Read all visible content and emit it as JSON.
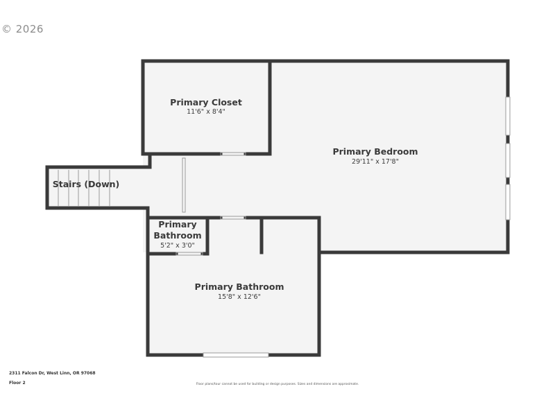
{
  "copyright": "© 2026",
  "rooms": {
    "primary_closet": {
      "name": "Primary Closet",
      "dims": "11'6\" x 8'4\""
    },
    "primary_bedroom": {
      "name": "Primary Bedroom",
      "dims": "29'11\" x 17'8\""
    },
    "stairs": {
      "name": "Stairs (Down)"
    },
    "small_bathroom": {
      "name_line1": "Primary",
      "name_line2": "Bathroom",
      "dims": "5'2\" x 3'0\""
    },
    "primary_bathroom": {
      "name": "Primary Bathroom",
      "dims": "15'8\" x 12'6\""
    }
  },
  "footer": {
    "address": "2311 Falcon Dr, West Linn, OR 97068",
    "floor": "Floor 2",
    "disclaimer": "Floor plans/tour cannot be used for building or design purposes. Sizes and dimensions are approximate."
  },
  "colors": {
    "wall": "#3a3a3a",
    "floor": "#f4f4f4",
    "text": "#3a3a3a"
  }
}
